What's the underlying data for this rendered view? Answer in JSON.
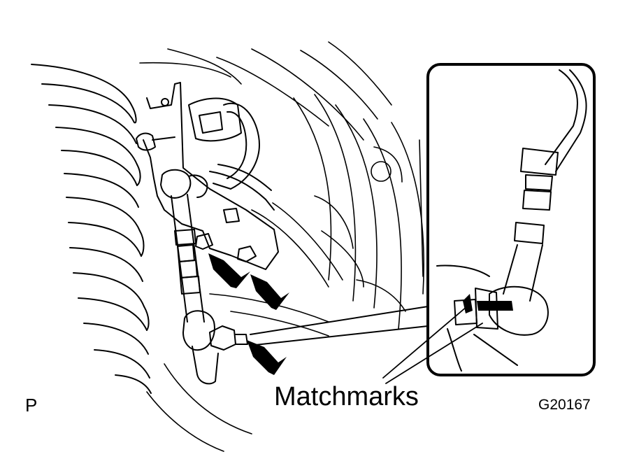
{
  "labels": {
    "corner_mark": "P",
    "callout": "Matchmarks",
    "figure_code": "G20167"
  },
  "colors": {
    "line": "#000000",
    "background": "#ffffff"
  },
  "icons": [
    "arrow-icon",
    "matchmark-arrow-icon"
  ]
}
